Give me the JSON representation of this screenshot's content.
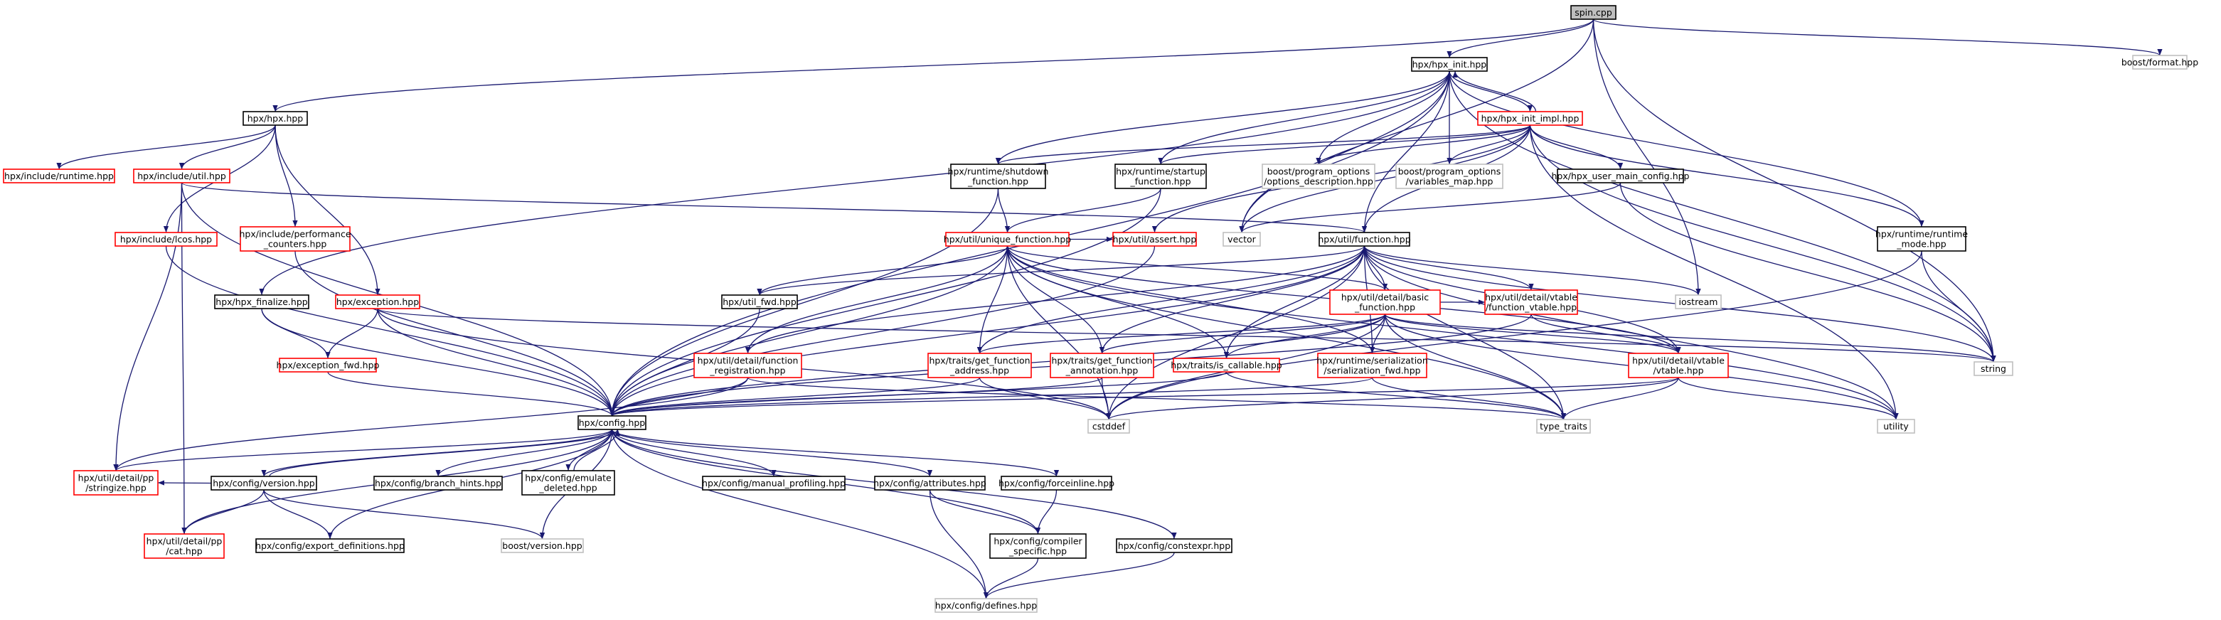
{
  "diagram": {
    "colors": {
      "main_fill": "#bfbfbf",
      "main_stroke": "#000000",
      "normal_stroke": "#000000",
      "red_stroke": "#ff0000",
      "grey_stroke": "#bfbfbf",
      "edge": "#191970",
      "node_fill": "#ffffff"
    },
    "nodes": [
      {
        "id": "spin",
        "lines": [
          "spin.cpp"
        ],
        "kind": "main"
      },
      {
        "id": "hpx_init",
        "lines": [
          "hpx/hpx_init.hpp"
        ],
        "kind": "normal"
      },
      {
        "id": "boost_format",
        "lines": [
          "boost/format.hpp"
        ],
        "kind": "grey"
      },
      {
        "id": "hpx_hpx",
        "lines": [
          "hpx/hpx.hpp"
        ],
        "kind": "normal"
      },
      {
        "id": "hpx_init_impl",
        "lines": [
          "hpx/hpx_init_impl.hpp"
        ],
        "kind": "red"
      },
      {
        "id": "inc_runtime",
        "lines": [
          "hpx/include/runtime.hpp"
        ],
        "kind": "red"
      },
      {
        "id": "inc_util",
        "lines": [
          "hpx/include/util.hpp"
        ],
        "kind": "red"
      },
      {
        "id": "rt_shutdown",
        "lines": [
          "hpx/runtime/shutdown",
          "_function.hpp"
        ],
        "kind": "normal"
      },
      {
        "id": "rt_startup",
        "lines": [
          "hpx/runtime/startup",
          "_function.hpp"
        ],
        "kind": "normal"
      },
      {
        "id": "po_desc",
        "lines": [
          "boost/program_options",
          "/options_description.hpp"
        ],
        "kind": "grey"
      },
      {
        "id": "po_vmap",
        "lines": [
          "boost/program_options",
          "/variables_map.hpp"
        ],
        "kind": "grey"
      },
      {
        "id": "user_main",
        "lines": [
          "hpx/hpx_user_main_config.hpp"
        ],
        "kind": "normal"
      },
      {
        "id": "inc_lcos",
        "lines": [
          "hpx/include/lcos.hpp"
        ],
        "kind": "red"
      },
      {
        "id": "inc_perf",
        "lines": [
          "hpx/include/performance",
          "_counters.hpp"
        ],
        "kind": "red"
      },
      {
        "id": "util_assert",
        "lines": [
          "hpx/util/assert.hpp"
        ],
        "kind": "red"
      },
      {
        "id": "vector",
        "lines": [
          "vector"
        ],
        "kind": "grey"
      },
      {
        "id": "util_function",
        "lines": [
          "hpx/util/function.hpp"
        ],
        "kind": "normal"
      },
      {
        "id": "rt_mode",
        "lines": [
          "hpx/runtime/runtime",
          "_mode.hpp"
        ],
        "kind": "normal"
      },
      {
        "id": "unique_function",
        "lines": [
          "hpx/util/unique_function.hpp"
        ],
        "kind": "red"
      },
      {
        "id": "hpx_finalize",
        "lines": [
          "hpx/hpx_finalize.hpp"
        ],
        "kind": "normal"
      },
      {
        "id": "exception",
        "lines": [
          "hpx/exception.hpp"
        ],
        "kind": "red"
      },
      {
        "id": "util_fwd",
        "lines": [
          "hpx/util_fwd.hpp"
        ],
        "kind": "normal"
      },
      {
        "id": "basic_function",
        "lines": [
          "hpx/util/detail/basic",
          "_function.hpp"
        ],
        "kind": "red"
      },
      {
        "id": "function_vtable",
        "lines": [
          "hpx/util/detail/vtable",
          "/function_vtable.hpp"
        ],
        "kind": "red"
      },
      {
        "id": "iostream",
        "lines": [
          "iostream"
        ],
        "kind": "grey"
      },
      {
        "id": "exception_fwd",
        "lines": [
          "hpx/exception_fwd.hpp"
        ],
        "kind": "red"
      },
      {
        "id": "func_reg",
        "lines": [
          "hpx/util/detail/function",
          "_registration.hpp"
        ],
        "kind": "red"
      },
      {
        "id": "get_func_addr",
        "lines": [
          "hpx/traits/get_function",
          "_address.hpp"
        ],
        "kind": "red"
      },
      {
        "id": "get_func_annot",
        "lines": [
          "hpx/traits/get_function",
          "_annotation.hpp"
        ],
        "kind": "red"
      },
      {
        "id": "is_callable",
        "lines": [
          "hpx/traits/is_callable.hpp"
        ],
        "kind": "red"
      },
      {
        "id": "ser_fwd",
        "lines": [
          "hpx/runtime/serialization",
          "/serialization_fwd.hpp"
        ],
        "kind": "red"
      },
      {
        "id": "vtable",
        "lines": [
          "hpx/util/detail/vtable",
          "/vtable.hpp"
        ],
        "kind": "red"
      },
      {
        "id": "string",
        "lines": [
          "string"
        ],
        "kind": "grey"
      },
      {
        "id": "config",
        "lines": [
          "hpx/config.hpp"
        ],
        "kind": "normal"
      },
      {
        "id": "cstddef",
        "lines": [
          "cstddef"
        ],
        "kind": "grey"
      },
      {
        "id": "type_traits",
        "lines": [
          "type_traits"
        ],
        "kind": "grey"
      },
      {
        "id": "utility",
        "lines": [
          "utility"
        ],
        "kind": "grey"
      },
      {
        "id": "pp_stringize",
        "lines": [
          "hpx/util/detail/pp",
          "/stringize.hpp"
        ],
        "kind": "red"
      },
      {
        "id": "cfg_version",
        "lines": [
          "hpx/config/version.hpp"
        ],
        "kind": "normal"
      },
      {
        "id": "cfg_branch",
        "lines": [
          "hpx/config/branch_hints.hpp"
        ],
        "kind": "normal"
      },
      {
        "id": "cfg_emulate",
        "lines": [
          "hpx/config/emulate",
          "_deleted.hpp"
        ],
        "kind": "normal"
      },
      {
        "id": "cfg_profiling",
        "lines": [
          "hpx/config/manual_profiling.hpp"
        ],
        "kind": "normal"
      },
      {
        "id": "cfg_attributes",
        "lines": [
          "hpx/config/attributes.hpp"
        ],
        "kind": "normal"
      },
      {
        "id": "cfg_forceinline",
        "lines": [
          "hpx/config/forceinline.hpp"
        ],
        "kind": "normal"
      },
      {
        "id": "pp_cat",
        "lines": [
          "hpx/util/detail/pp",
          "/cat.hpp"
        ],
        "kind": "red"
      },
      {
        "id": "cfg_export",
        "lines": [
          "hpx/config/export_definitions.hpp"
        ],
        "kind": "normal"
      },
      {
        "id": "boost_version",
        "lines": [
          "boost/version.hpp"
        ],
        "kind": "grey"
      },
      {
        "id": "cfg_compiler",
        "lines": [
          "hpx/config/compiler",
          "_specific.hpp"
        ],
        "kind": "normal"
      },
      {
        "id": "cfg_constexpr",
        "lines": [
          "hpx/config/constexpr.hpp"
        ],
        "kind": "normal"
      },
      {
        "id": "cfg_defines",
        "lines": [
          "hpx/config/defines.hpp"
        ],
        "kind": "grey"
      }
    ],
    "edges": [
      [
        "spin",
        "hpx_init"
      ],
      [
        "spin",
        "boost_format"
      ],
      [
        "spin",
        "hpx_hpx"
      ],
      [
        "spin",
        "iostream"
      ],
      [
        "spin",
        "string"
      ],
      [
        "spin",
        "vector"
      ],
      [
        "hpx_init",
        "hpx_init_impl"
      ],
      [
        "hpx_init",
        "hpx_finalize"
      ],
      [
        "hpx_init",
        "rt_shutdown"
      ],
      [
        "hpx_init",
        "rt_startup"
      ],
      [
        "hpx_init",
        "po_desc"
      ],
      [
        "hpx_init",
        "po_vmap"
      ],
      [
        "hpx_init",
        "util_function"
      ],
      [
        "hpx_init",
        "rt_mode"
      ],
      [
        "hpx_init",
        "config"
      ],
      [
        "hpx_init",
        "string"
      ],
      [
        "hpx_init",
        "vector"
      ],
      [
        "hpx_init_impl",
        "hpx_init"
      ],
      [
        "hpx_init_impl",
        "user_main"
      ],
      [
        "hpx_init_impl",
        "po_desc"
      ],
      [
        "hpx_init_impl",
        "po_vmap"
      ],
      [
        "hpx_init_impl",
        "rt_shutdown"
      ],
      [
        "hpx_init_impl",
        "rt_startup"
      ],
      [
        "hpx_init_impl",
        "util_function"
      ],
      [
        "hpx_init_impl",
        "util_assert"
      ],
      [
        "hpx_init_impl",
        "rt_mode"
      ],
      [
        "hpx_init_impl",
        "string"
      ],
      [
        "hpx_init_impl",
        "utility"
      ],
      [
        "hpx_init_impl",
        "vector"
      ],
      [
        "hpx_hpx",
        "inc_runtime"
      ],
      [
        "hpx_hpx",
        "inc_util"
      ],
      [
        "hpx_hpx",
        "inc_lcos"
      ],
      [
        "hpx_hpx",
        "inc_perf"
      ],
      [
        "hpx_hpx",
        "exception"
      ],
      [
        "inc_util",
        "util_function"
      ],
      [
        "inc_util",
        "config"
      ],
      [
        "inc_util",
        "pp_stringize"
      ],
      [
        "inc_util",
        "pp_cat"
      ],
      [
        "inc_lcos",
        "config"
      ],
      [
        "inc_perf",
        "config"
      ],
      [
        "rt_shutdown",
        "unique_function"
      ],
      [
        "rt_shutdown",
        "config"
      ],
      [
        "rt_startup",
        "unique_function"
      ],
      [
        "rt_startup",
        "config"
      ],
      [
        "user_main",
        "string"
      ],
      [
        "user_main",
        "vector"
      ],
      [
        "rt_mode",
        "string"
      ],
      [
        "rt_mode",
        "cstddef"
      ],
      [
        "hpx_finalize",
        "exception_fwd"
      ],
      [
        "hpx_finalize",
        "config"
      ],
      [
        "exception",
        "exception_fwd"
      ],
      [
        "exception",
        "config"
      ],
      [
        "exception",
        "string"
      ],
      [
        "exception",
        "cstddef"
      ],
      [
        "exception_fwd",
        "config"
      ],
      [
        "unique_function",
        "config"
      ],
      [
        "unique_function",
        "util_fwd"
      ],
      [
        "unique_function",
        "util_assert"
      ],
      [
        "unique_function",
        "basic_function"
      ],
      [
        "unique_function",
        "func_reg"
      ],
      [
        "unique_function",
        "get_func_addr"
      ],
      [
        "unique_function",
        "get_func_annot"
      ],
      [
        "unique_function",
        "is_callable"
      ],
      [
        "unique_function",
        "ser_fwd"
      ],
      [
        "unique_function",
        "vtable"
      ],
      [
        "unique_function",
        "cstddef"
      ],
      [
        "unique_function",
        "type_traits"
      ],
      [
        "unique_function",
        "utility"
      ],
      [
        "util_function",
        "basic_function"
      ],
      [
        "util_function",
        "function_vtable"
      ],
      [
        "util_function",
        "func_reg"
      ],
      [
        "util_function",
        "get_func_addr"
      ],
      [
        "util_function",
        "get_func_annot"
      ],
      [
        "util_function",
        "is_callable"
      ],
      [
        "util_function",
        "ser_fwd"
      ],
      [
        "util_function",
        "vtable"
      ],
      [
        "util_function",
        "util_fwd"
      ],
      [
        "util_function",
        "config"
      ],
      [
        "util_function",
        "iostream"
      ],
      [
        "util_function",
        "cstddef"
      ],
      [
        "util_function",
        "string"
      ],
      [
        "util_function",
        "type_traits"
      ],
      [
        "util_function",
        "utility"
      ],
      [
        "util_fwd",
        "config"
      ],
      [
        "basic_function",
        "config"
      ],
      [
        "basic_function",
        "get_func_addr"
      ],
      [
        "basic_function",
        "get_func_annot"
      ],
      [
        "basic_function",
        "is_callable"
      ],
      [
        "basic_function",
        "ser_fwd"
      ],
      [
        "basic_function",
        "vtable"
      ],
      [
        "basic_function",
        "function_vtable"
      ],
      [
        "basic_function",
        "cstddef"
      ],
      [
        "basic_function",
        "string"
      ],
      [
        "basic_function",
        "type_traits"
      ],
      [
        "basic_function",
        "utility"
      ],
      [
        "function_vtable",
        "vtable"
      ],
      [
        "function_vtable",
        "config"
      ],
      [
        "func_reg",
        "config"
      ],
      [
        "func_reg",
        "pp_stringize"
      ],
      [
        "func_reg",
        "type_traits"
      ],
      [
        "get_func_addr",
        "config"
      ],
      [
        "get_func_addr",
        "cstddef"
      ],
      [
        "get_func_annot",
        "config"
      ],
      [
        "get_func_annot",
        "cstddef"
      ],
      [
        "is_callable",
        "config"
      ],
      [
        "is_callable",
        "type_traits"
      ],
      [
        "ser_fwd",
        "config"
      ],
      [
        "ser_fwd",
        "type_traits"
      ],
      [
        "vtable",
        "config"
      ],
      [
        "vtable",
        "cstddef"
      ],
      [
        "vtable",
        "type_traits"
      ],
      [
        "vtable",
        "utility"
      ],
      [
        "util_assert",
        "config"
      ],
      [
        "config",
        "pp_stringize"
      ],
      [
        "config",
        "pp_cat"
      ],
      [
        "config",
        "cfg_version"
      ],
      [
        "config",
        "cfg_branch"
      ],
      [
        "config",
        "cfg_emulate"
      ],
      [
        "config",
        "cfg_profiling"
      ],
      [
        "config",
        "cfg_attributes"
      ],
      [
        "config",
        "cfg_forceinline"
      ],
      [
        "config",
        "cfg_export"
      ],
      [
        "config",
        "boost_version"
      ],
      [
        "config",
        "cfg_compiler"
      ],
      [
        "config",
        "cfg_constexpr"
      ],
      [
        "config",
        "cfg_defines"
      ],
      [
        "cfg_version",
        "config"
      ],
      [
        "cfg_version",
        "pp_cat"
      ],
      [
        "cfg_version",
        "pp_stringize"
      ],
      [
        "cfg_version",
        "cfg_export"
      ],
      [
        "cfg_version",
        "boost_version"
      ],
      [
        "cfg_emulate",
        "config"
      ],
      [
        "cfg_attributes",
        "cfg_compiler"
      ],
      [
        "cfg_attributes",
        "cfg_defines"
      ],
      [
        "cfg_forceinline",
        "cfg_compiler"
      ],
      [
        "cfg_compiler",
        "cfg_defines"
      ],
      [
        "cfg_constexpr",
        "cfg_defines"
      ]
    ]
  }
}
